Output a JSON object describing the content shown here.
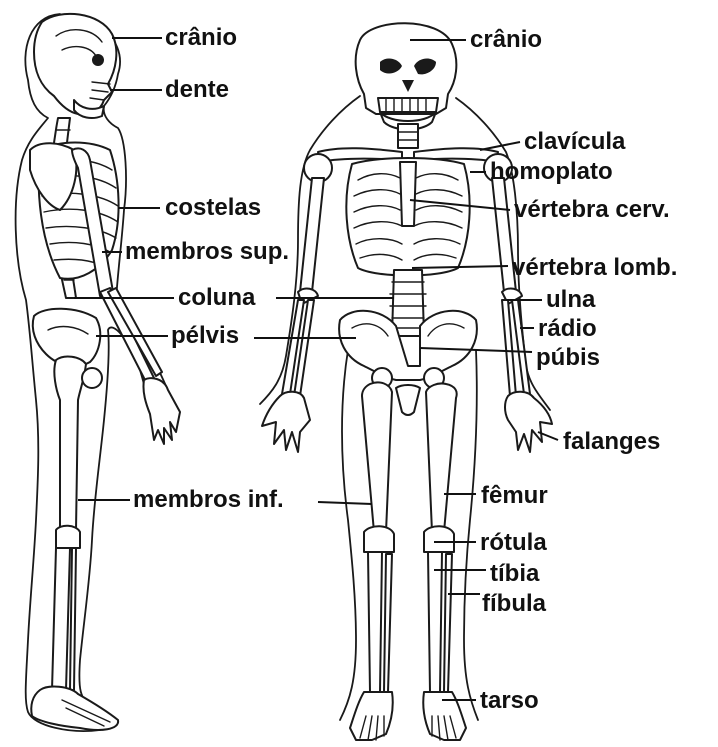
{
  "labels": {
    "side": {
      "cranio": "crânio",
      "dente": "dente",
      "costelas": "costelas",
      "membros_sup": "membros sup.",
      "coluna": "coluna",
      "pelvis": "pélvis",
      "membros_inf": "membros inf."
    },
    "front": {
      "cranio": "crânio",
      "clavicula": "clavícula",
      "homoplato": "homoplato",
      "vertebra_cerv": "vértebra cerv.",
      "vertebra_lomb": "vértebra lomb.",
      "ulna": "ulna",
      "radio": "rádio",
      "pubis": "púbis",
      "falanges": "falanges",
      "femur": "fêmur",
      "rotula": "rótula",
      "tibia": "tíbia",
      "fibula": "fíbula",
      "tarso": "tarso"
    }
  }
}
